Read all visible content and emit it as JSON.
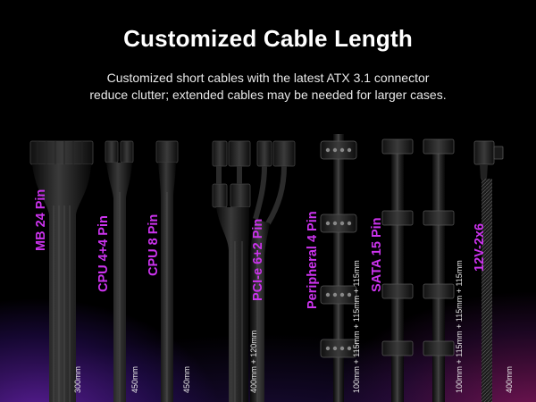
{
  "title": "Customized Cable Length",
  "subtitle_line1": "Customized short cables with the latest ATX 3.1 connector",
  "subtitle_line2": "reduce clutter; extended cables may be needed for larger cases.",
  "accent_color": "#cc33ee",
  "cables": [
    {
      "name": "MB 24 Pin",
      "length": "300mm"
    },
    {
      "name": "CPU 4+4 Pin",
      "length": "450mm"
    },
    {
      "name": "CPU 8 Pin",
      "length": "450mm"
    },
    {
      "name": "PCI-e 6+2 Pin",
      "length": "400mm + 120mm"
    },
    {
      "name": "Peripheral 4 Pin",
      "length": "100mm + 115mm + 115mm + 115mm"
    },
    {
      "name": "SATA 15 Pin",
      "length": "100mm + 115mm + 115mm + 115mm"
    },
    {
      "name": "12V-2x6",
      "length": "400mm"
    }
  ]
}
